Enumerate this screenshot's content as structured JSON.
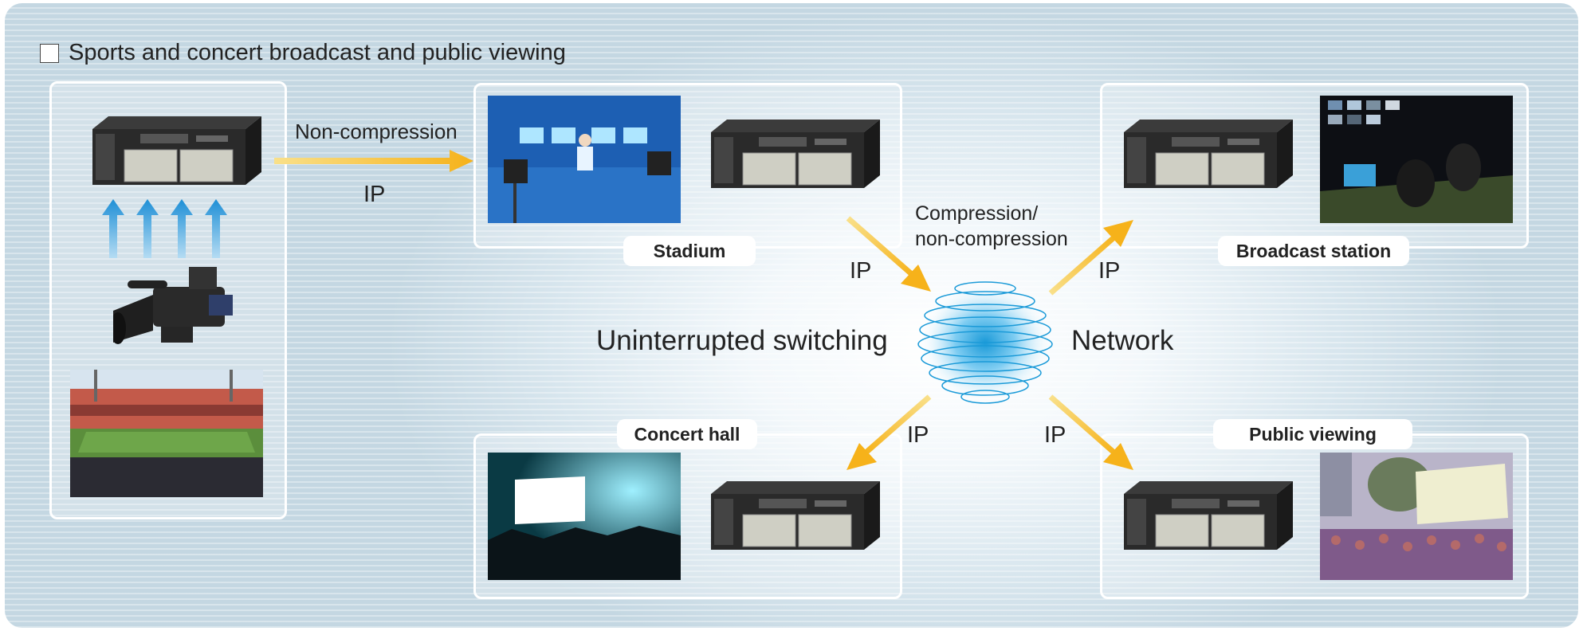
{
  "heading": "Sports and concert broadcast and public viewing",
  "labels": {
    "non_compression": "Non-compression",
    "ip_top": "IP",
    "compression": "Compression/",
    "non_compression_2": "non-compression",
    "ip_stadium": "IP",
    "ip_broadcast": "IP",
    "ip_concert": "IP",
    "ip_public": "IP",
    "switching": "Uninterrupted switching",
    "network": "Network"
  },
  "locations": {
    "stadium": "Stadium",
    "broadcast": "Broadcast station",
    "concert": "Concert hall",
    "public": "Public viewing"
  },
  "colors": {
    "arrow": "#f6b21a",
    "up_arrow": "#1e8fd6",
    "network_globe": "#1a9ad8"
  }
}
